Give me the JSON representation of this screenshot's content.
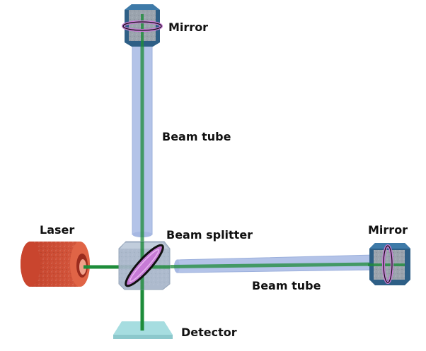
{
  "labels": {
    "mirror_top": "Mirror",
    "beam_tube_vertical": "Beam tube",
    "laser": "Laser",
    "beam_splitter": "Beam splitter",
    "mirror_right": "Mirror",
    "beam_tube_horizontal": "Beam tube",
    "detector": "Detector"
  },
  "colors": {
    "tube": "#b3c3e8",
    "beam": "#1e8c3a",
    "laser": "#d4533a",
    "mirror_body": "#2e5f86",
    "mirror_ring": "#c77bd6",
    "splitter_cube": "#a7b5c9",
    "detector": "#a6dde0"
  }
}
